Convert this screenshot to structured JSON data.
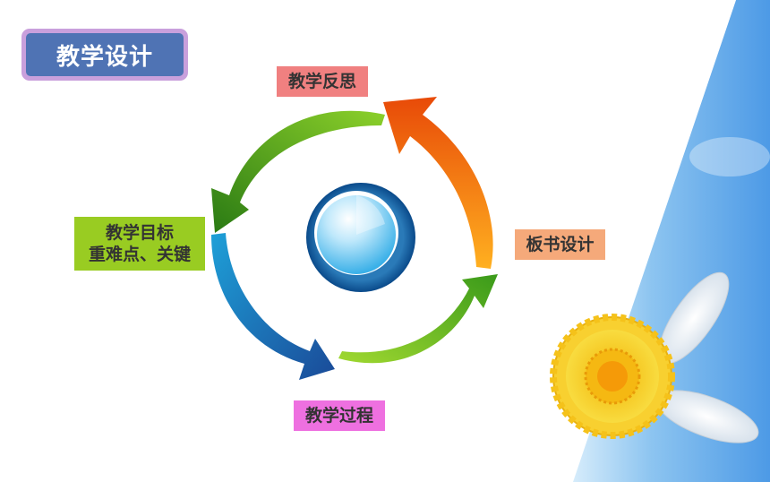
{
  "title": "教学设计",
  "cycle": {
    "steps": [
      {
        "id": "reflect",
        "label": "教学反思",
        "color": "#f08080"
      },
      {
        "id": "board",
        "label": "板书设计",
        "color": "#f5a97a"
      },
      {
        "id": "goals",
        "label_line1": "教学目标",
        "label_line2": "重难点、关键",
        "color": "#99cc22"
      },
      {
        "id": "process",
        "label": "教学过程",
        "color": "#ee70e0"
      }
    ],
    "arrow_colors": {
      "green": "#4a9a1a",
      "orange": "#f06a10",
      "blue": "#1a6aa8",
      "green_light": "#7cc020"
    }
  },
  "decor": {
    "sky_color": "#7ab8ee",
    "flower_color": "#f5c21a",
    "petal_color": "#f4f6f8"
  }
}
